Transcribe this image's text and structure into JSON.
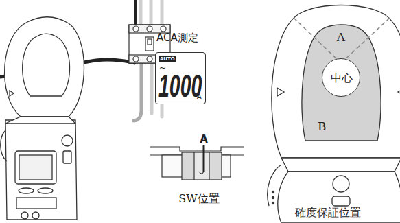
{
  "diagram": {
    "nodes": [
      {
        "text": [
          "ACA測定",
          "AUTO",
          "~",
          "1000",
          "A"
        ]
      },
      {
        "text": [
          "A",
          "B"
        ]
      },
      {
        "text": [
          "中心"
        ],
        "in": 1
      }
    ],
    "labels": [
      "A",
      "SW位置",
      "確度保証位置"
    ]
  }
}
